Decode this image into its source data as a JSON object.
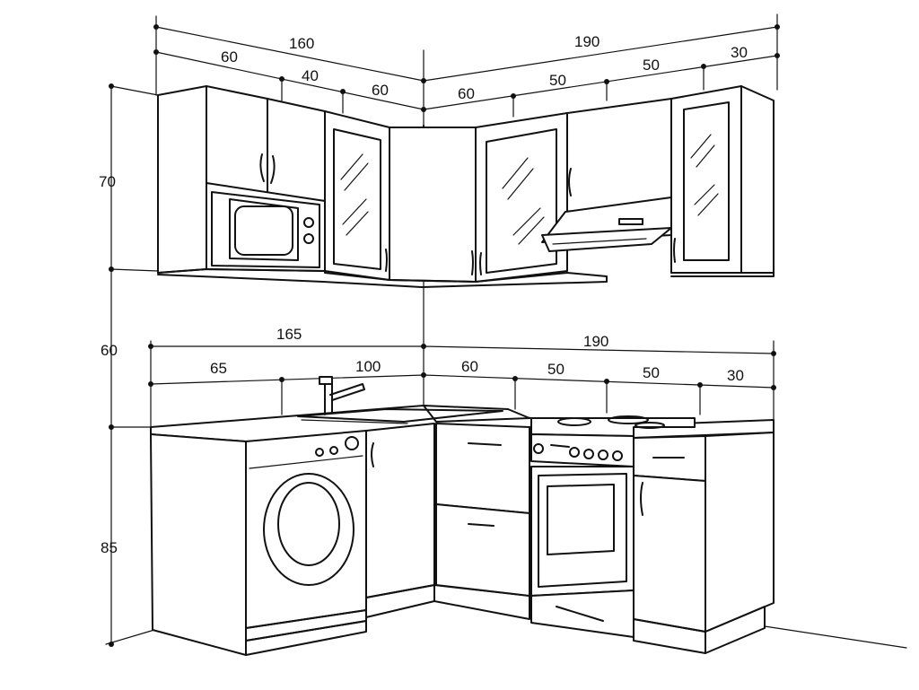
{
  "dimensions": {
    "upper_left_total": "160",
    "upper_left_a": "60",
    "upper_left_b": "40",
    "upper_left_c": "60",
    "upper_right_total": "190",
    "upper_right_a": "60",
    "upper_right_b": "50",
    "upper_right_c": "50",
    "upper_right_d": "30",
    "upper_height": "70",
    "gap_height": "60",
    "base_height": "85",
    "lower_left_total": "165",
    "lower_left_a": "65",
    "lower_left_b": "100",
    "lower_right_total": "190",
    "lower_right_a": "60",
    "lower_right_b": "50",
    "lower_right_c": "50",
    "lower_right_d": "30"
  }
}
